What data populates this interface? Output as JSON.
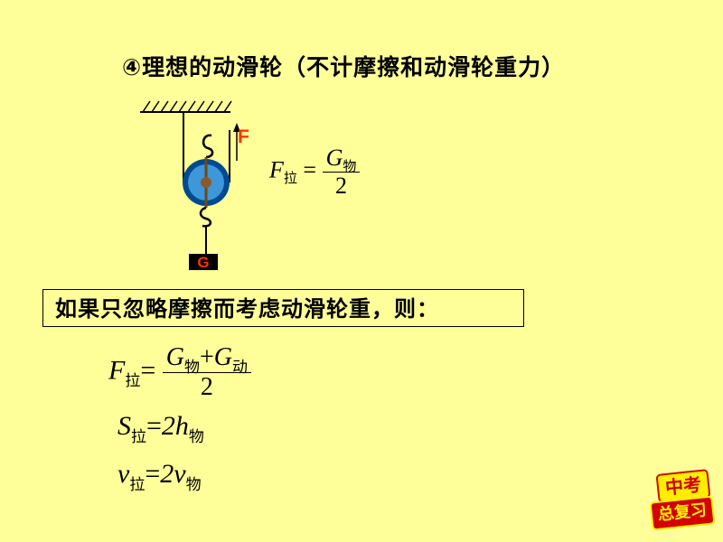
{
  "title": "④理想的动滑轮（不计摩擦和动滑轮重力）",
  "diagram": {
    "force_label": "F",
    "weight_label": "G",
    "colors": {
      "rope": "#000000",
      "wheel_outer": "#004a8f",
      "wheel_inner": "#3d97d9",
      "axle": "#8b5a2b",
      "label_red": "#ff3300"
    }
  },
  "formula1": {
    "lhs_var": "F",
    "lhs_sub": "拉",
    "eq": "=",
    "num_var": "G",
    "num_sub": "物",
    "den": "2"
  },
  "note": "如果只忽略摩擦而考虑动滑轮重，则：",
  "formula2": {
    "lhs_var": "F",
    "lhs_sub": "拉",
    "eq": "=",
    "num_a_var": "G",
    "num_a_sub": "物",
    "plus": "+",
    "num_b_var": "G",
    "num_b_sub": "动",
    "den": "2"
  },
  "formula3": {
    "lhs_var": "S",
    "lhs_sub": "拉",
    "eq": "=",
    "rhs": "2h",
    "rhs_sub": "物"
  },
  "formula4": {
    "lhs_var": "v",
    "lhs_sub": "拉",
    "eq": "=",
    "rhs": "2v",
    "rhs_sub": "物"
  },
  "badge": {
    "line1": "中考",
    "line2": "总复习"
  }
}
